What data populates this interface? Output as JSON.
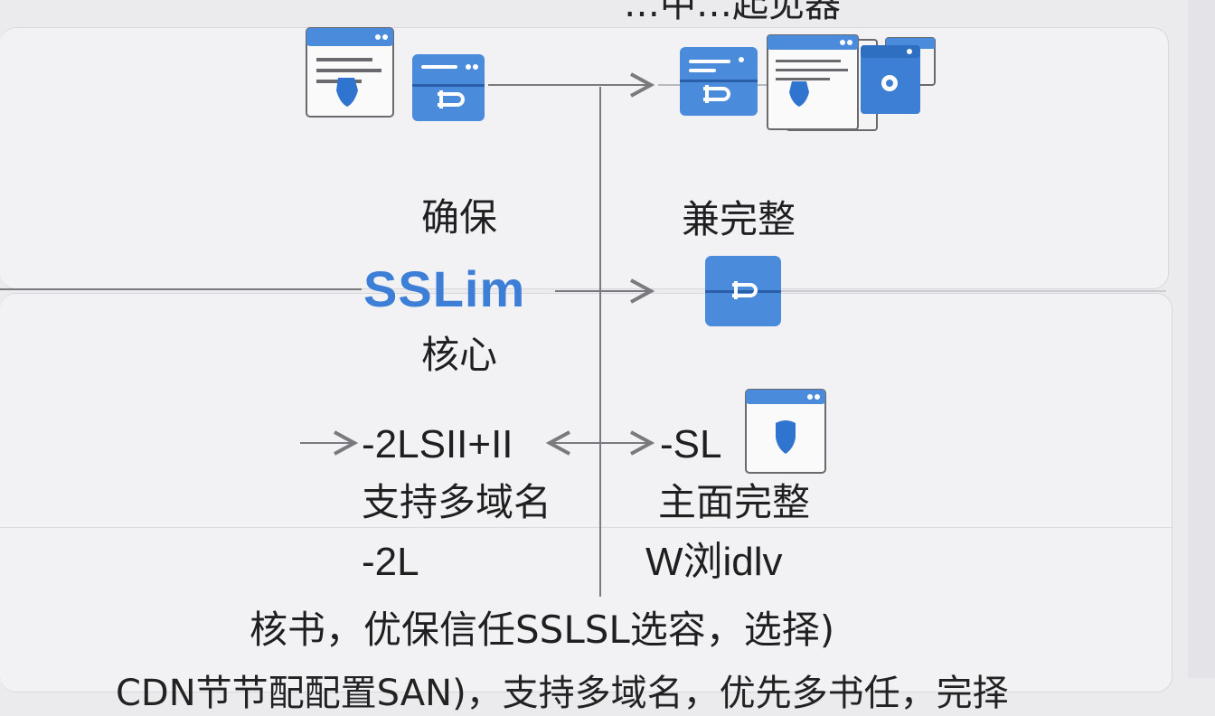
{
  "header": {
    "clipped_text": "…中…起见器"
  },
  "labels": {
    "ensure": "确保",
    "sslim": "SSLim",
    "core": "核心",
    "compat_complete": "兼完整",
    "row_left_code": "-2LSII+II",
    "row_right_code": "-SL",
    "multi_domain": "支持多域名",
    "main_complete": "主面完整",
    "small_code": "-2L",
    "browser_code": "W浏idlv",
    "summary_line": "核书，优保信任SSLSL选容，选择)",
    "bottom_clipped": "CDN节节配配置SAN)，支持多域名，优先多书任，完择"
  },
  "icons": {
    "top_left": [
      "browser-window-shield-icon",
      "lock-card-icon"
    ],
    "top_right": [
      "lock-card-icon",
      "browser-window-shield-icon",
      "window-coin-icon"
    ],
    "middle_right": "lock-card-icon",
    "lower_right": "browser-window-shield-icon"
  },
  "colors": {
    "accent_blue": "#3d7fd6",
    "icon_blue": "#4a8bdc",
    "line_gray": "#7a7a7e"
  }
}
